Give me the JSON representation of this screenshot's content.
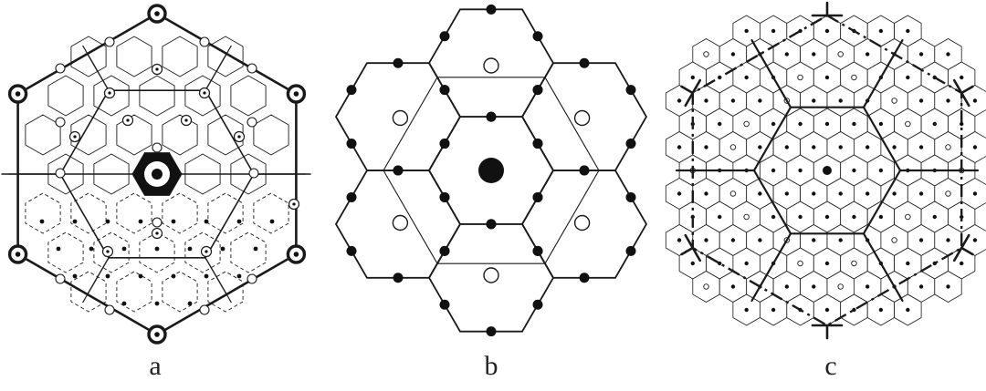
{
  "figure": {
    "panels": [
      {
        "id": "a",
        "label": "a"
      },
      {
        "id": "b",
        "label": "b"
      },
      {
        "id": "c",
        "label": "c"
      }
    ],
    "colors": {
      "stroke": "#1a1a1a",
      "fill_dark": "#111111",
      "fill_light": "#ffffff",
      "text": "#222222"
    }
  }
}
